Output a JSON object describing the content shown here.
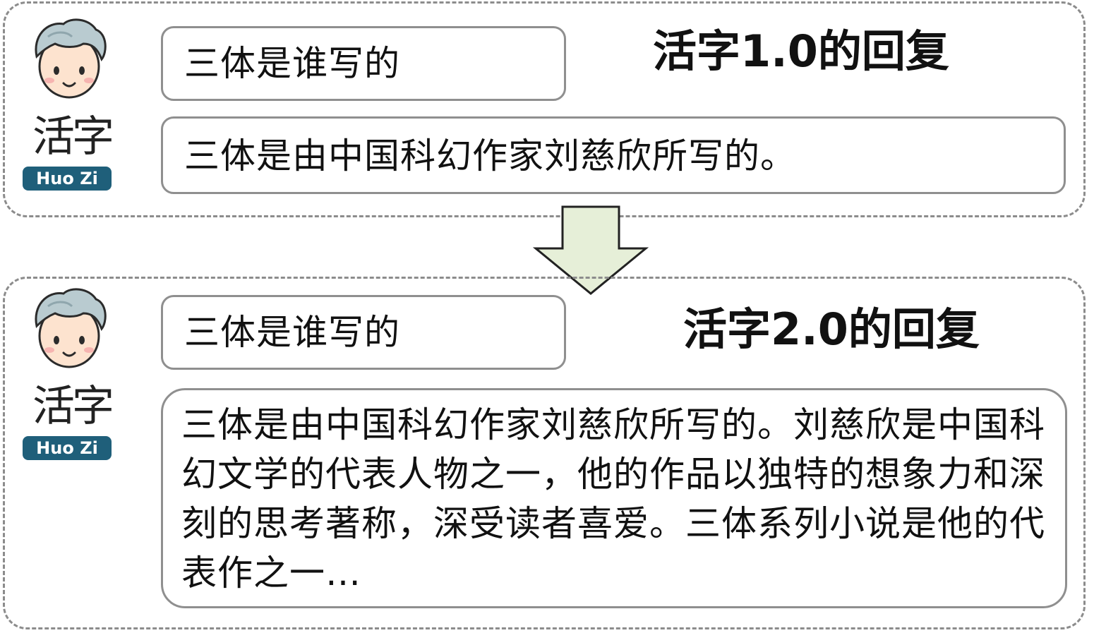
{
  "v1": {
    "question": "三体是谁写的",
    "heading": "活字1.0的回复",
    "answer": "三体是由中国科幻作家刘慈欣所写的。"
  },
  "v2": {
    "question": "三体是谁写的",
    "heading": "活字2.0的回复",
    "answer": "三体是由中国科幻作家刘慈欣所写的。刘慈欣是中国科幻文学的代表人物之一，他的作品以独特的想象力和深刻的思考著称，深受读者喜爱。三体系列小说是他的代表作之一…"
  },
  "logo": {
    "chars": "活字",
    "badge": "Huo Zi",
    "badge_color": "#1f5f7a"
  },
  "arrow": {
    "fill": "#e6efd8",
    "stroke": "#222222"
  },
  "icons": {
    "avatar": "avatar-icon",
    "down_arrow": "down-arrow-icon"
  }
}
